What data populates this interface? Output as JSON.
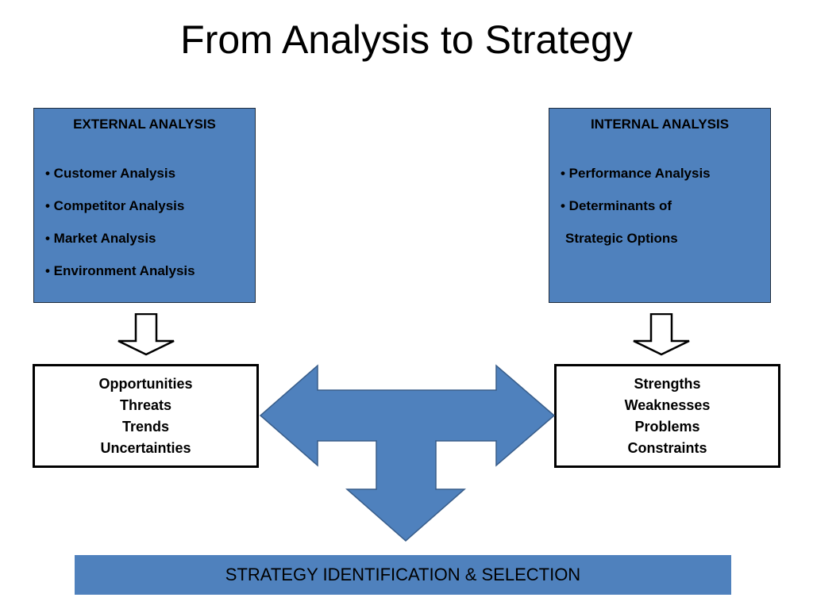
{
  "title": "From Analysis to Strategy",
  "external": {
    "heading": "EXTERNAL ANALYSIS",
    "items": [
      "• Customer Analysis",
      "• Competitor Analysis",
      "• Market Analysis",
      "• Environment Analysis"
    ],
    "results": [
      "Opportunities",
      "Threats",
      "Trends",
      "Uncertainties"
    ]
  },
  "internal": {
    "heading": "INTERNAL ANALYSIS",
    "items": [
      "• Performance Analysis",
      "• Determinants of",
      "Strategic Options"
    ],
    "results": [
      "Strengths",
      "Weaknesses",
      "Problems",
      "Constraints"
    ]
  },
  "strategy": "STRATEGY IDENTIFICATION & SELECTION",
  "colors": {
    "box_fill": "#4f81bd",
    "outline": "#000000"
  }
}
